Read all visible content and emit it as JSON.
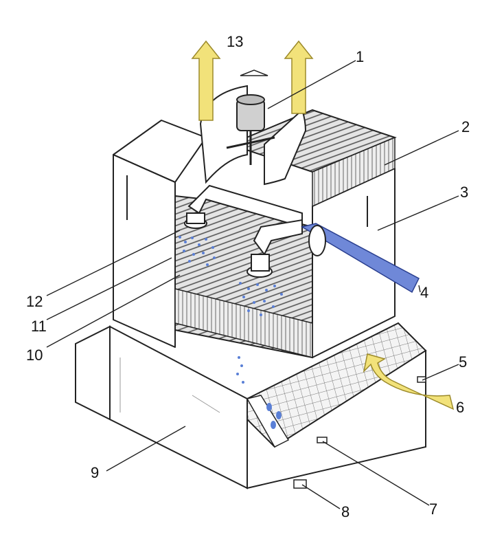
{
  "diagram": {
    "callouts": [
      {
        "id": "1",
        "label": "1"
      },
      {
        "id": "2",
        "label": "2"
      },
      {
        "id": "3",
        "label": "3"
      },
      {
        "id": "4",
        "label": "4"
      },
      {
        "id": "5",
        "label": "5"
      },
      {
        "id": "6",
        "label": "6"
      },
      {
        "id": "7",
        "label": "7"
      },
      {
        "id": "8",
        "label": "8"
      },
      {
        "id": "9",
        "label": "9"
      },
      {
        "id": "10",
        "label": "10"
      },
      {
        "id": "11",
        "label": "11"
      },
      {
        "id": "12",
        "label": "12"
      },
      {
        "id": "13",
        "label": "13"
      }
    ],
    "colors": {
      "air_flow": "#f2e27a",
      "air_outline": "#9c8a2a",
      "water": "#5a7fd6",
      "water_pipe": "#6f88d8",
      "casing": "#ffffff",
      "fill_media": "#d8d8d8",
      "stroke": "#222222"
    }
  }
}
